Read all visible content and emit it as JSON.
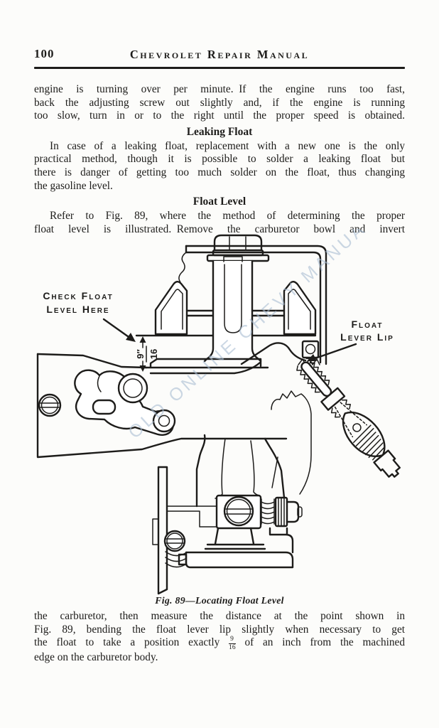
{
  "page": {
    "background": "#fcfcfa",
    "ink": "#1d1c1a"
  },
  "header": {
    "page_number": "100",
    "title": "Chevrolet Repair Manual"
  },
  "body": {
    "flow_top": [
      {
        "type": "p",
        "indent": false,
        "justify_last": true,
        "lines": [
          "engine is turning over per minute. If the engine runs too fast,",
          "back the adjusting screw out slightly and, if the engine is running",
          "too slow, turn in or to the right until the proper speed is obtained."
        ]
      },
      {
        "type": "h",
        "text": "Leaking Float"
      },
      {
        "type": "p",
        "indent": true,
        "justify_last": false,
        "lines": [
          "In case of a leaking float, replacement with a new one is the only",
          "practical method, though it is possible to solder a leaking float but",
          "there is danger of getting too much solder on the float, thus changing",
          "the gasoline level."
        ]
      },
      {
        "type": "h",
        "text": "Float Level"
      },
      {
        "type": "p",
        "indent": true,
        "justify_last": true,
        "lines": [
          "Refer to Fig. 89, where the method of determining the proper",
          "float level is illustrated. Remove the carburetor bowl and invert"
        ]
      }
    ],
    "flow_bottom": [
      {
        "type": "p",
        "indent": false,
        "justify_last": false,
        "lines": [
          "the carburetor, then measure the distance at the point shown in",
          "Fig. 89, bending the float lever lip slightly when necessary to get",
          {
            "pre": "the float to take a position exactly ",
            "frac_num": "9",
            "frac_den": "16",
            "post": " of an inch from the machined"
          },
          "edge on the carburetor body."
        ]
      }
    ]
  },
  "figure": {
    "caption": "Fig. 89—Locating Float Level",
    "labels": {
      "check_float_1": "Check Float",
      "check_float_2": "Level Here",
      "lever_lip_1": "Float",
      "lever_lip_2": "Lever Lip",
      "dim_numerator": "9″",
      "dim_denominator": "16"
    },
    "watermark": "OLD ONLINE CHEVY MANUALS",
    "colors": {
      "ink": "#1d1c1a",
      "watermark": "#a9bdd2"
    }
  }
}
